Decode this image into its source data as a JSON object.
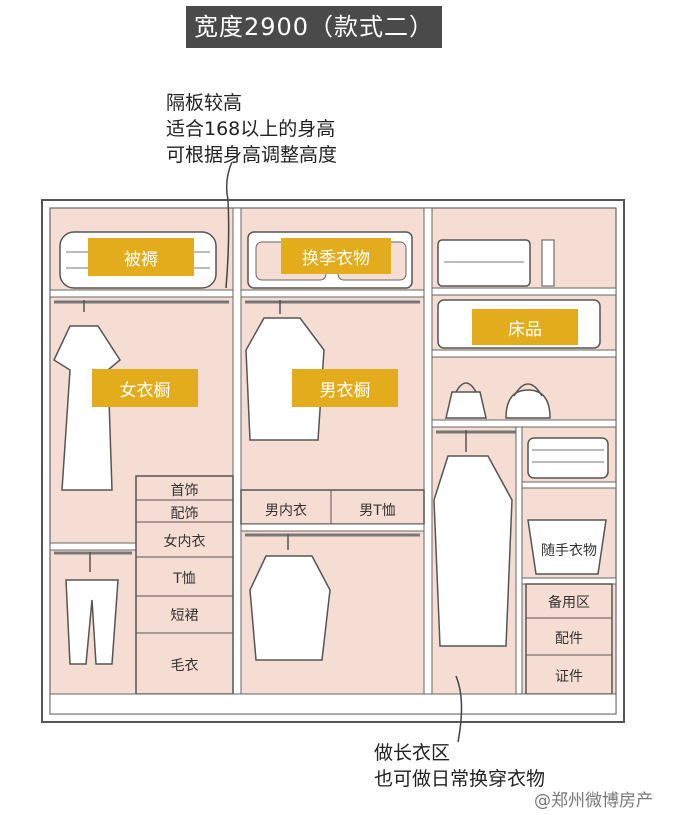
{
  "title": "宽度2900（款式二）",
  "notes": {
    "top": [
      "隔板较高",
      "适合168以上的身高",
      "可根据身高调整高度"
    ],
    "bottom": [
      "做长衣区",
      "也可做日常换穿衣物"
    ]
  },
  "labels": {
    "bedding": "被褥",
    "seasonal": "换季衣物",
    "bed_items": "床品",
    "women": "女衣橱",
    "men": "男衣橱"
  },
  "drawers": {
    "left": [
      "首饰",
      "配饰",
      "女内衣",
      "T恤",
      "短裙",
      "毛衣"
    ],
    "middle": [
      "男内衣",
      "男T恤"
    ],
    "right": [
      "备用区",
      "配件",
      "证件"
    ]
  },
  "shelf_text": "随手衣物",
  "watermark": "@郑州微博房产",
  "colors": {
    "cabinet_fill": "#f6ddd3",
    "label_bg": "#e3ac1c",
    "title_bg": "#4a4a4a"
  }
}
